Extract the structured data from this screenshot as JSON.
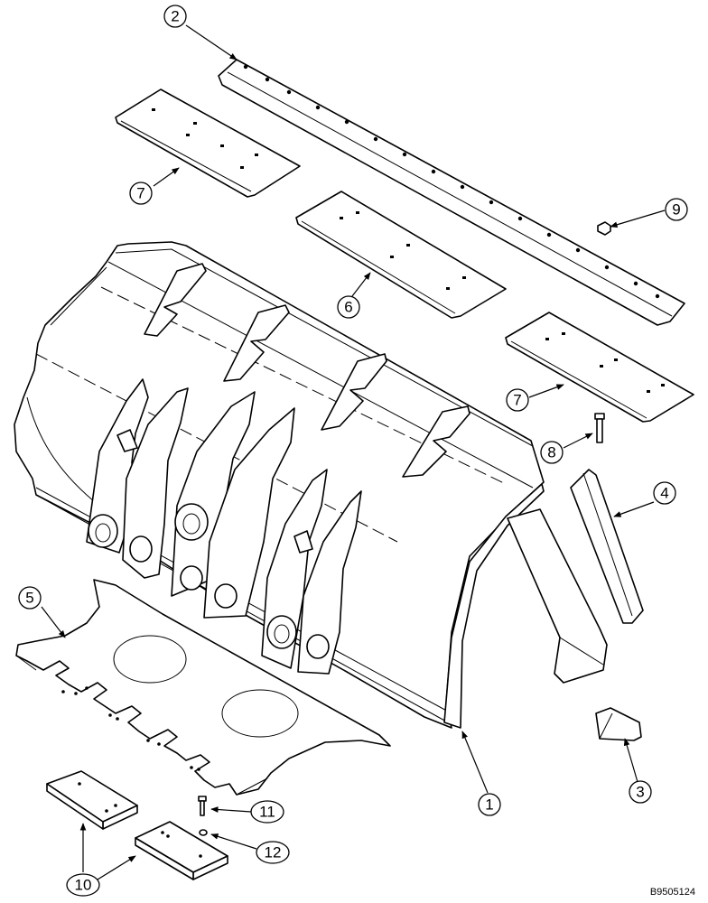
{
  "callouts": [
    {
      "id": "c1",
      "label": "1"
    },
    {
      "id": "c2",
      "label": "2"
    },
    {
      "id": "c3",
      "label": "3"
    },
    {
      "id": "c4",
      "label": "4"
    },
    {
      "id": "c5",
      "label": "5"
    },
    {
      "id": "c6",
      "label": "6"
    },
    {
      "id": "c7a",
      "label": "7"
    },
    {
      "id": "c7b",
      "label": "7"
    },
    {
      "id": "c8",
      "label": "8"
    },
    {
      "id": "c9",
      "label": "9"
    },
    {
      "id": "c10",
      "label": "10"
    },
    {
      "id": "c11",
      "label": "11"
    },
    {
      "id": "c12",
      "label": "12"
    }
  ],
  "reference_code": "B9505124"
}
